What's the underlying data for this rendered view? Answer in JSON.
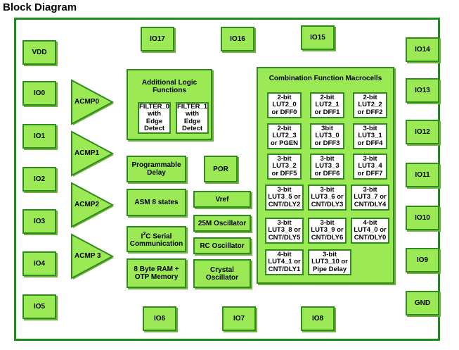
{
  "title": "Block Diagram",
  "colors": {
    "fill": "#9bea55",
    "border": "#2f8a1f",
    "frame": "#1a8f1a"
  },
  "left_pins": [
    "VDD",
    "IO0",
    "IO1",
    "IO2",
    "IO3",
    "IO4",
    "IO5"
  ],
  "right_pins": [
    "IO14",
    "IO13",
    "IO12",
    "IO11",
    "IO10",
    "IO9",
    "GND"
  ],
  "top_pins": [
    "IO17",
    "IO16",
    "IO15"
  ],
  "bottom_pins": [
    "IO6",
    "IO7",
    "IO8"
  ],
  "acmps": [
    "ACMP0",
    "ACMP1",
    "ACMP2",
    "ACMP 3"
  ],
  "additional_logic": {
    "title": "Additional Logic Functions",
    "filters": [
      "FILTER_0 with Edge Detect",
      "FILTER_1 with Edge Detect"
    ]
  },
  "blocks": {
    "programmable_delay": "Programmable Delay",
    "por": "POR",
    "asm": "ASM 8 states",
    "vref": "Vref",
    "osc_25m": "25M Oscillator",
    "i2c_prefix": "I",
    "i2c_sup": "2",
    "i2c_rest": "C Serial Communication",
    "rc_osc": "RC Oscillator",
    "ram": "8 Byte RAM + OTP Memory",
    "crystal": "Crystal Oscillator"
  },
  "macrocells": {
    "title": "Combination Function Macrocells",
    "cells": [
      "2-bit LUT2_0 or DFF0",
      "2-bit LUT2_1 or DFF1",
      "2-bit LUT2_2 or DFF2",
      "2-bit LUT2_3 or PGEN",
      "3bit LUT3_0 or DFF3",
      "3-bit LUT3_1 or DFF4",
      "3-bit LUT3_2 or DFF5",
      "3-bit LUT3_3 or DFF6",
      "3-bit LUT3_4 or DFF7",
      "3-bit LUT3_5 or CNT/DLY2",
      "3-bit LUT3_6 or CNT/DLY3",
      "3-bit LUT3_7 or CNT/DLY4",
      "3-bit LUT3_8 or CNT/DLY5",
      "3-bit LUT3_9 or CNT/DLY6",
      "4-bit LUT4_0 or CNT/DLY0",
      "4-bit LUT4_1 or CNT/DLY1",
      "3-bit LUT3_10 or Pipe Delay"
    ]
  }
}
